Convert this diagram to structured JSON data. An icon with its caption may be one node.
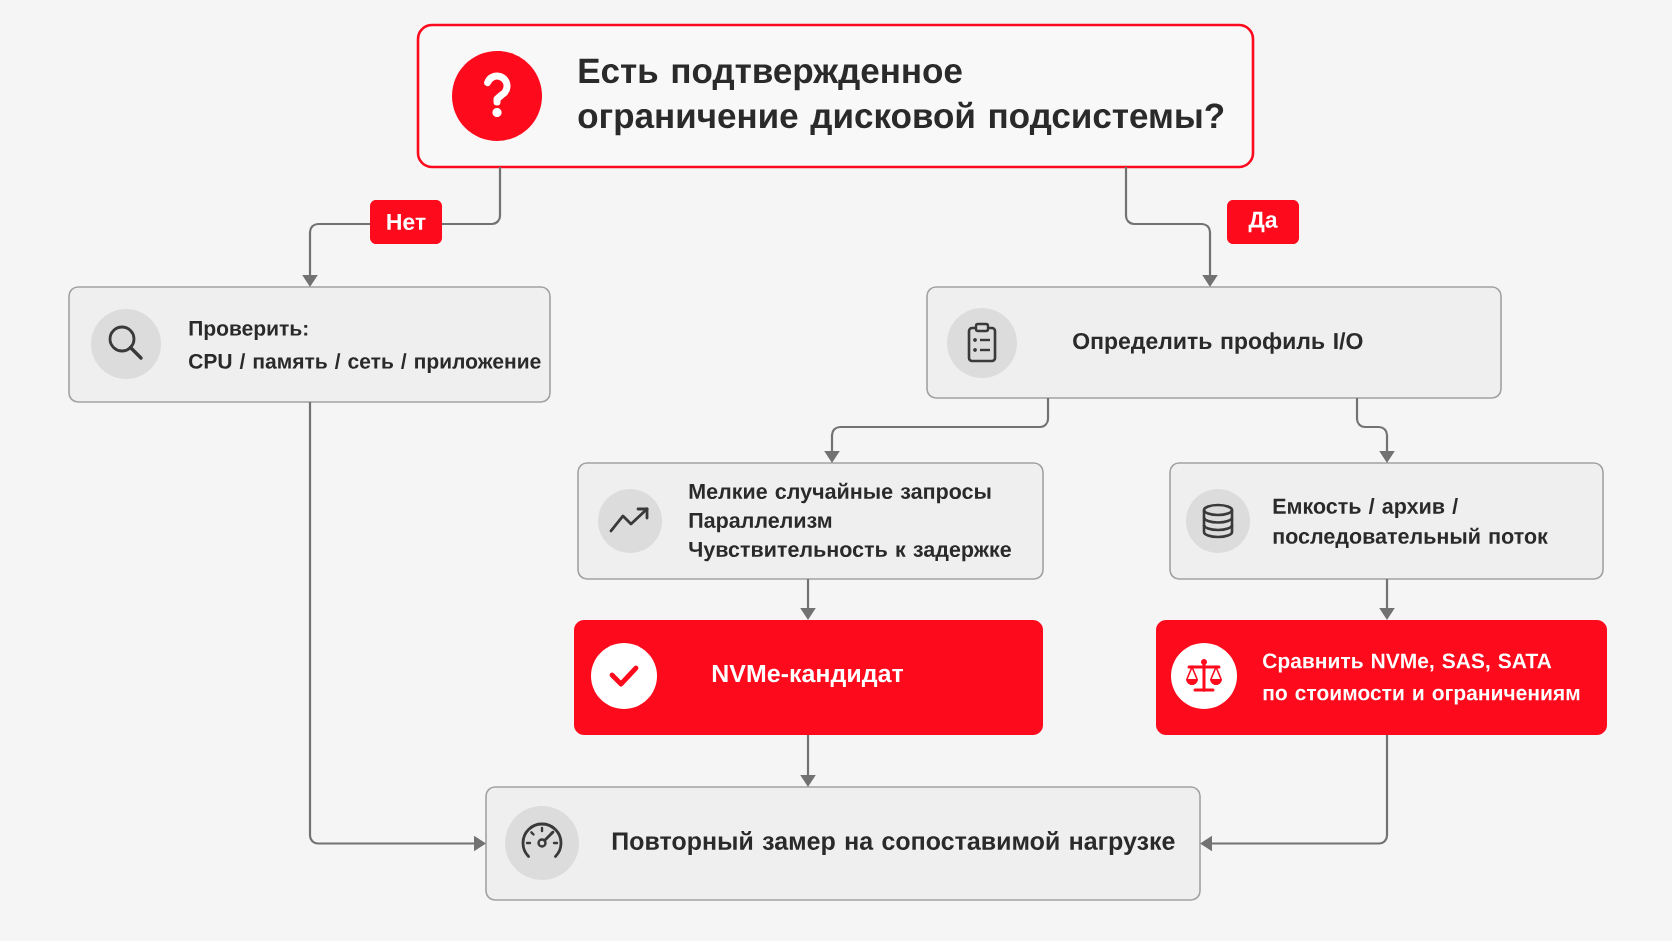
{
  "diagram": {
    "nodes": [
      {
        "text": [
          "Есть подтвержденное ограничение дисковой подсистемы?"
        ]
      },
      {
        "text": [
          "Проверить:",
          "CPU / память / сеть / приложение"
        ]
      },
      {
        "text": [
          "Определить профиль I/O"
        ]
      },
      {
        "text": [
          "Мелкие случайные запросы",
          "Параллелизм",
          "Чувствительность к задержке"
        ]
      },
      {
        "text": [
          "Емкость / архив / последовательный поток"
        ]
      },
      {
        "text": [
          "NVMe-кандидат"
        ]
      },
      {
        "text": [
          "Сравнить NVMe, SAS, SATA по стоимости и ограничениям"
        ]
      },
      {
        "text": [
          "Повторный замер на сопоставимой нагрузке"
        ]
      }
    ],
    "edges": [
      {
        "from": 0,
        "to": 1,
        "arrow": "to",
        "label": "Нет"
      },
      {
        "from": 0,
        "to": 2,
        "arrow": "to",
        "label": "Да"
      },
      {
        "from": 1,
        "to": 7,
        "arrow": "to"
      },
      {
        "from": 2,
        "to": 3,
        "arrow": "to"
      },
      {
        "from": 2,
        "to": 4,
        "arrow": "to"
      },
      {
        "from": 3,
        "to": 5,
        "arrow": "to"
      },
      {
        "from": 4,
        "to": 6,
        "arrow": "to"
      },
      {
        "from": 5,
        "to": 7,
        "arrow": "to"
      },
      {
        "from": 6,
        "to": 7,
        "arrow": "to"
      }
    ]
  }
}
